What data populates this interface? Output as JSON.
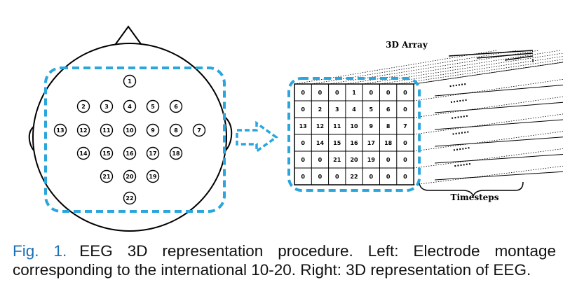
{
  "figure": {
    "array_title": "3D Array",
    "time_label": "Timesteps",
    "dots": "......",
    "electrodes": [
      {
        "id": "1",
        "row": 0,
        "col": 3
      },
      {
        "id": "2",
        "row": 1,
        "col": 1
      },
      {
        "id": "3",
        "row": 1,
        "col": 2
      },
      {
        "id": "4",
        "row": 1,
        "col": 3
      },
      {
        "id": "5",
        "row": 1,
        "col": 4
      },
      {
        "id": "6",
        "row": 1,
        "col": 5
      },
      {
        "id": "13",
        "row": 2,
        "col": 0
      },
      {
        "id": "12",
        "row": 2,
        "col": 1
      },
      {
        "id": "11",
        "row": 2,
        "col": 2
      },
      {
        "id": "10",
        "row": 2,
        "col": 3
      },
      {
        "id": "9",
        "row": 2,
        "col": 4
      },
      {
        "id": "8",
        "row": 2,
        "col": 5
      },
      {
        "id": "7",
        "row": 2,
        "col": 6
      },
      {
        "id": "14",
        "row": 3,
        "col": 1
      },
      {
        "id": "15",
        "row": 3,
        "col": 2
      },
      {
        "id": "16",
        "row": 3,
        "col": 3
      },
      {
        "id": "17",
        "row": 3,
        "col": 4
      },
      {
        "id": "18",
        "row": 3,
        "col": 5
      },
      {
        "id": "21",
        "row": 4,
        "col": 2
      },
      {
        "id": "20",
        "row": 4,
        "col": 3
      },
      {
        "id": "19",
        "row": 4,
        "col": 4
      },
      {
        "id": "22",
        "row": 5,
        "col": 3
      }
    ],
    "grid": [
      [
        "0",
        "0",
        "0",
        "1",
        "0",
        "0",
        "0"
      ],
      [
        "0",
        "2",
        "3",
        "4",
        "5",
        "6",
        "0"
      ],
      [
        "13",
        "12",
        "11",
        "10",
        "9",
        "8",
        "7"
      ],
      [
        "0",
        "14",
        "15",
        "16",
        "17",
        "18",
        "0"
      ],
      [
        "0",
        "0",
        "21",
        "20",
        "19",
        "0",
        "0"
      ],
      [
        "0",
        "0",
        "0",
        "22",
        "0",
        "0",
        "0"
      ]
    ],
    "highlight_color": "#2aa6dc"
  },
  "caption": {
    "label": "Fig. 1.",
    "text": "EEG 3D representation procedure. Left: Electrode montage corresponding to the international 10-20. Right: 3D representation of EEG."
  }
}
